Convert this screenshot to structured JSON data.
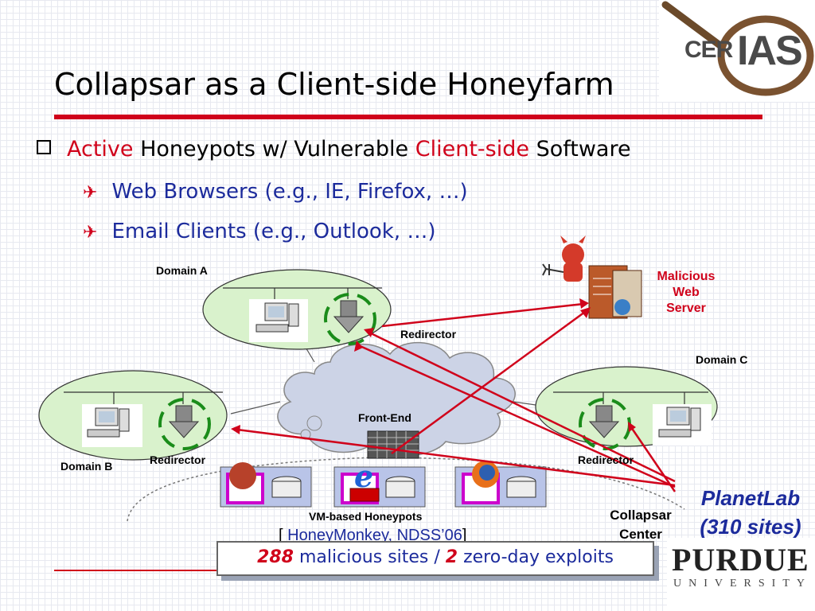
{
  "title": "Collapsar as a Client-side Honeyfarm",
  "logo_top": {
    "cer": "CER",
    "ias": "IAS"
  },
  "bullets": {
    "main": {
      "part1": "Active",
      "part2": " Honeypots w/ Vulnerable ",
      "part3": "Client-side",
      "part4": " Software"
    },
    "sub1": "Web Browsers (e.g., IE, Firefox, …)",
    "sub2": "Email Clients (e.g., Outlook, …)"
  },
  "diagram": {
    "domain_a": "Domain A",
    "domain_b": "Domain B",
    "domain_c": "Domain C",
    "redirector_a": "Redirector",
    "redirector_b": "Redirector",
    "redirector_c": "Redirector",
    "front_end": "Front-End",
    "vm_honeypots": "VM-based Honeypots",
    "malicious_line1": "Malicious",
    "malicious_line2": "Web",
    "malicious_line3": "Server",
    "center_line1": "Collapsar",
    "center_line2": "Center",
    "planetlab_line1": "PlanetLab",
    "planetlab_line2": "(310 sites)",
    "accent_color": "#d0021b",
    "blue_color": "#1c2b9c"
  },
  "reference": {
    "open": "[ ",
    "text": "HoneyMonkey, NDSS’06",
    "close": "]"
  },
  "stats": {
    "num1": "288",
    "text1": " malicious sites / ",
    "num2": "2",
    "text2": " zero-day exploits"
  },
  "logo_bottom": {
    "name": "PURDUE",
    "sub": "UNIVERSITY"
  }
}
